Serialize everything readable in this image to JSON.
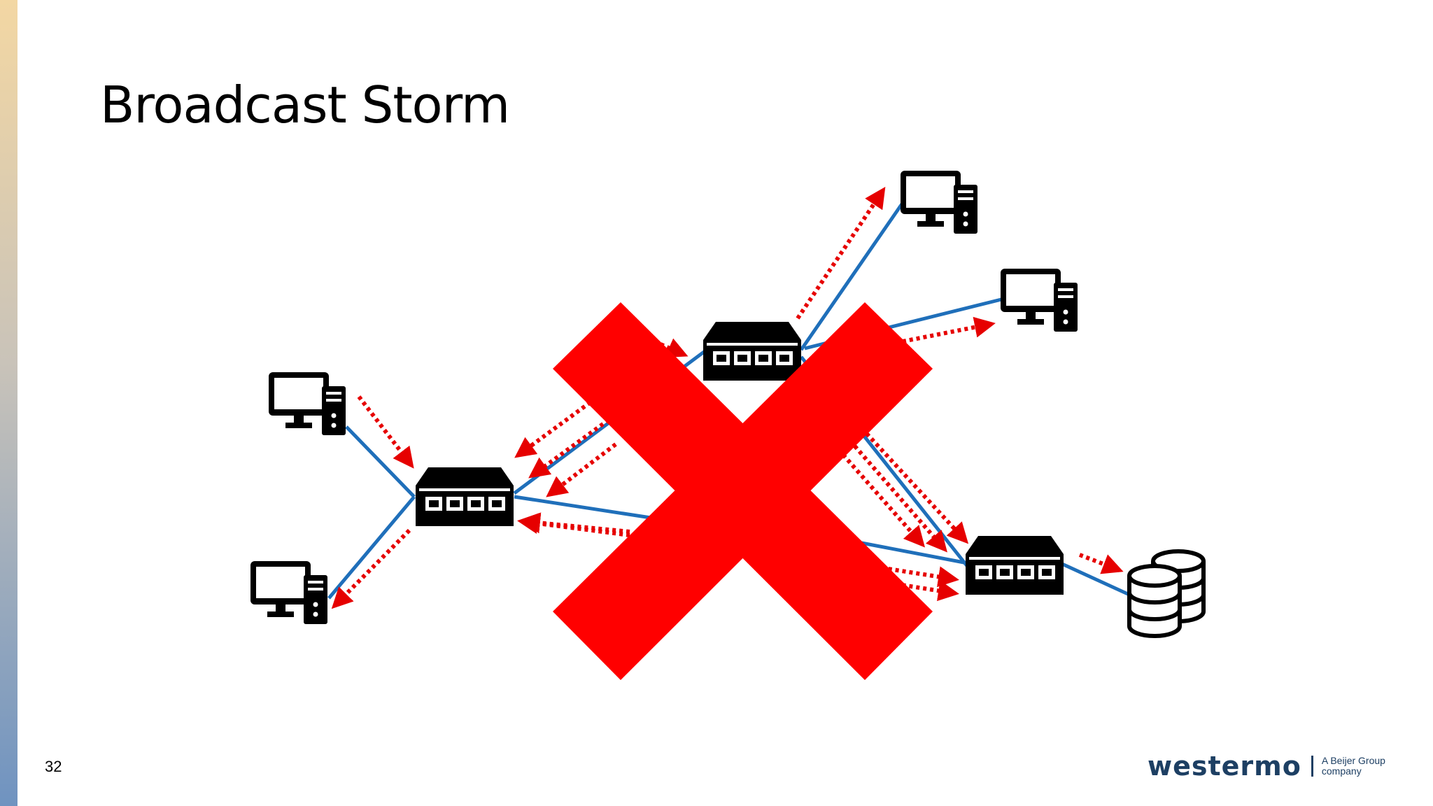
{
  "slide": {
    "title": "Broadcast Storm",
    "page_number": "32"
  },
  "logo": {
    "brand": "westermo",
    "tagline_line1": "A Beijer Group",
    "tagline_line2": "company"
  },
  "colors": {
    "link": "#1f6fba",
    "traffic": "#e60000",
    "cross": "#ff0000"
  }
}
